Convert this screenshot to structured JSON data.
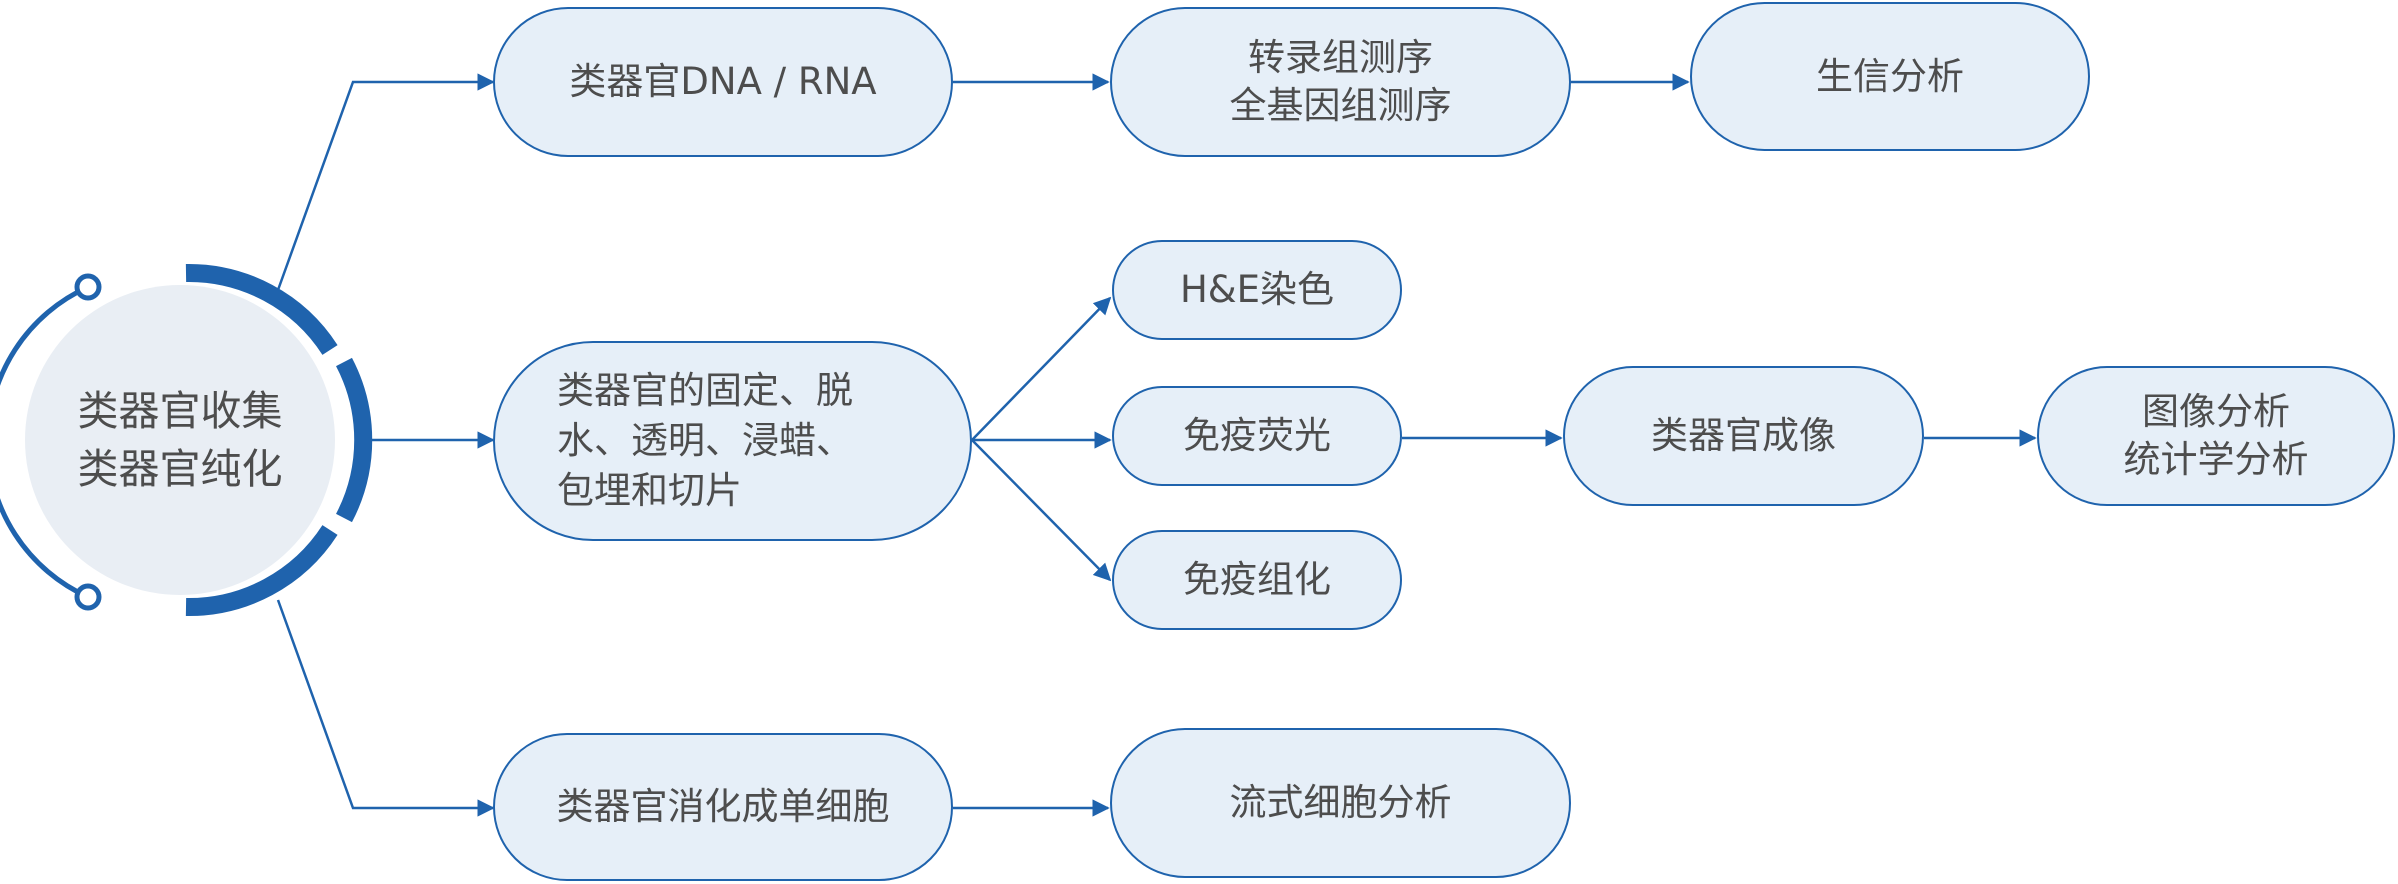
{
  "colors": {
    "accent": "#1f63ad",
    "node_fill": "#e6eff8",
    "hub_fill": "#e9eef4",
    "text": "#4d4d4d"
  },
  "hub": {
    "line1": "类器官收集",
    "line2": "类器官纯化"
  },
  "branch_top": {
    "step1": "类器官DNA / RNA",
    "step2_line1": "转录组测序",
    "step2_line2": "全基因组测序",
    "step3": "生信分析"
  },
  "branch_middle": {
    "step1_line1": "类器官的固定、脱",
    "step1_line2": "水、透明、浸蜡、",
    "step1_line3": "包埋和切片",
    "stain_he": "H&E染色",
    "stain_if": "免疫荧光",
    "stain_ihc": "免疫组化",
    "imaging": "类器官成像",
    "analysis_line1": "图像分析",
    "analysis_line2": "统计学分析"
  },
  "branch_bottom": {
    "step1": "类器官消化成单细胞",
    "step2": "流式细胞分析"
  }
}
